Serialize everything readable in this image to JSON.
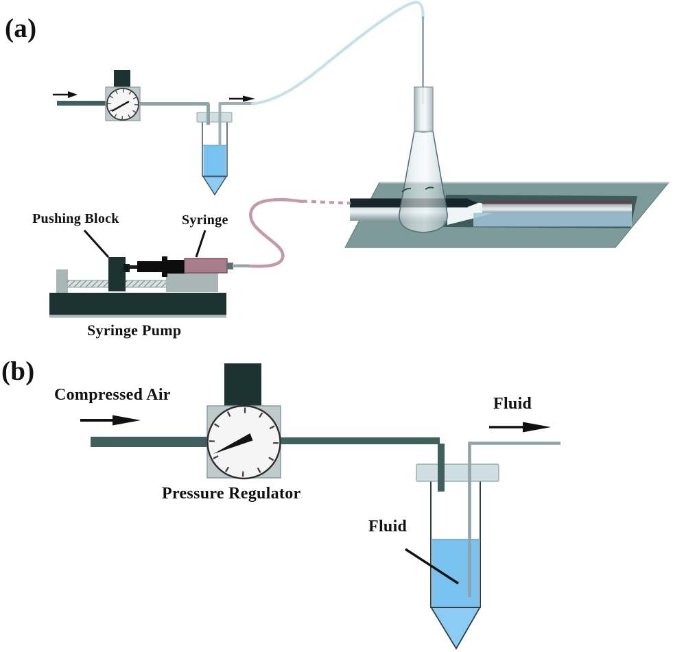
{
  "figure": {
    "panel_a": {
      "label": "(a)",
      "annotations": {
        "pushing_block": "Pushing Block",
        "syringe": "Syringe",
        "syringe_pump": "Syringe Pump"
      }
    },
    "panel_b": {
      "label": "(b)",
      "annotations": {
        "compressed_air": "Compressed Air",
        "pressure_regulator": "Pressure Regulator",
        "fluid_outlet": "Fluid",
        "fluid_reservoir": "Fluid"
      }
    }
  },
  "colors": {
    "liquid_blue": "#79c2f0",
    "liquid_blue_cone": "#8ccbf3",
    "air_tubing_blue": "#c6e1e8",
    "fluid_tubing_pink": "#c49aa5",
    "syringe_barrel_pink": "#a87e8b",
    "machine_dark_teal": "#1d3331",
    "pipe_dark_teal": "#40605e",
    "pipe_light_gray": "#9cb0b0",
    "support_gray": "#a9b6b6",
    "platform_gray": "#7e9a9a",
    "channel_dark": "#3e5a5a",
    "cap_gray": "#cfdee2",
    "gauge_face": "#f5f5f5",
    "glass_light": "#e7eef0",
    "label_color": "#111111"
  }
}
